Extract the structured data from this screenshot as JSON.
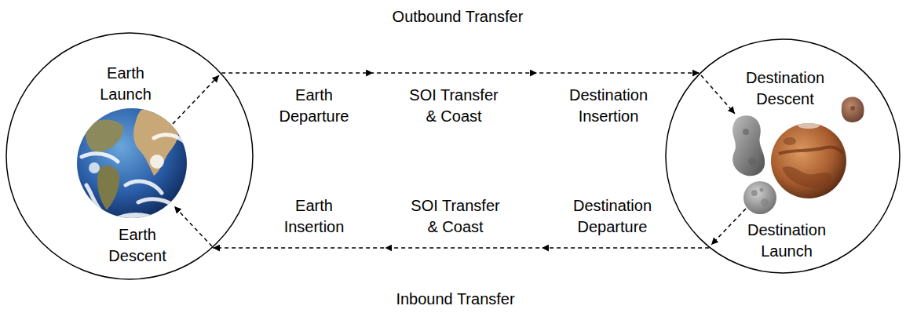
{
  "diagram": {
    "nodes": [
      {
        "text": [
          "Earth Launch",
          "Earth Descent"
        ]
      },
      {
        "text": [
          "Destination Descent",
          "Destination Launch"
        ]
      }
    ],
    "edges": [
      {
        "from": 0,
        "to": 1,
        "arrow": "to"
      },
      {
        "from": 1,
        "to": 0,
        "arrow": "to"
      }
    ],
    "labels": [
      "Outbound Transfer",
      "Earth Departure",
      "SOI Transfer & Coast",
      "Destination Insertion",
      "Earth Insertion",
      "SOI Transfer & Coast",
      "Destination Departure",
      "Inbound Transfer"
    ]
  }
}
